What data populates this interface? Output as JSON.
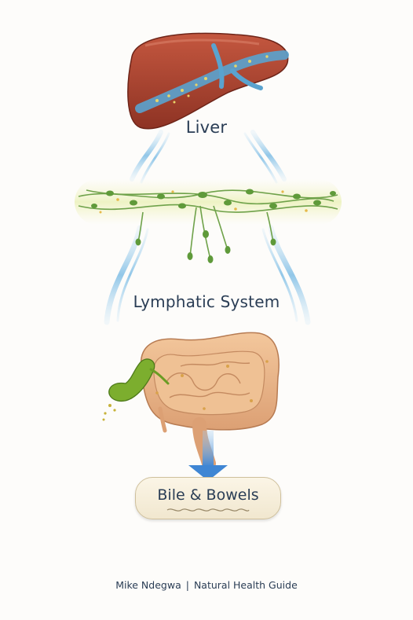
{
  "labels": {
    "liver": "Liver",
    "lymphatic_system": "Lymphatic System",
    "bile_bowels": "Bile & Bowels"
  },
  "footer": {
    "author": "Mike Ndegwa",
    "separator": "|",
    "publication": "Natural Health Guide"
  },
  "colors": {
    "liver": "#a7402e",
    "vessel": "#5aa3cf",
    "lymph_green": "#6fa24a",
    "intestine": "#e9b485",
    "gallbladder": "#7cae2e",
    "arrow": "#3f86d4",
    "text": "#2a3d55"
  },
  "icons": [
    "liver-icon",
    "lymph-network-icon",
    "intestines-icon",
    "gallbladder-icon",
    "down-arrow-icon"
  ]
}
